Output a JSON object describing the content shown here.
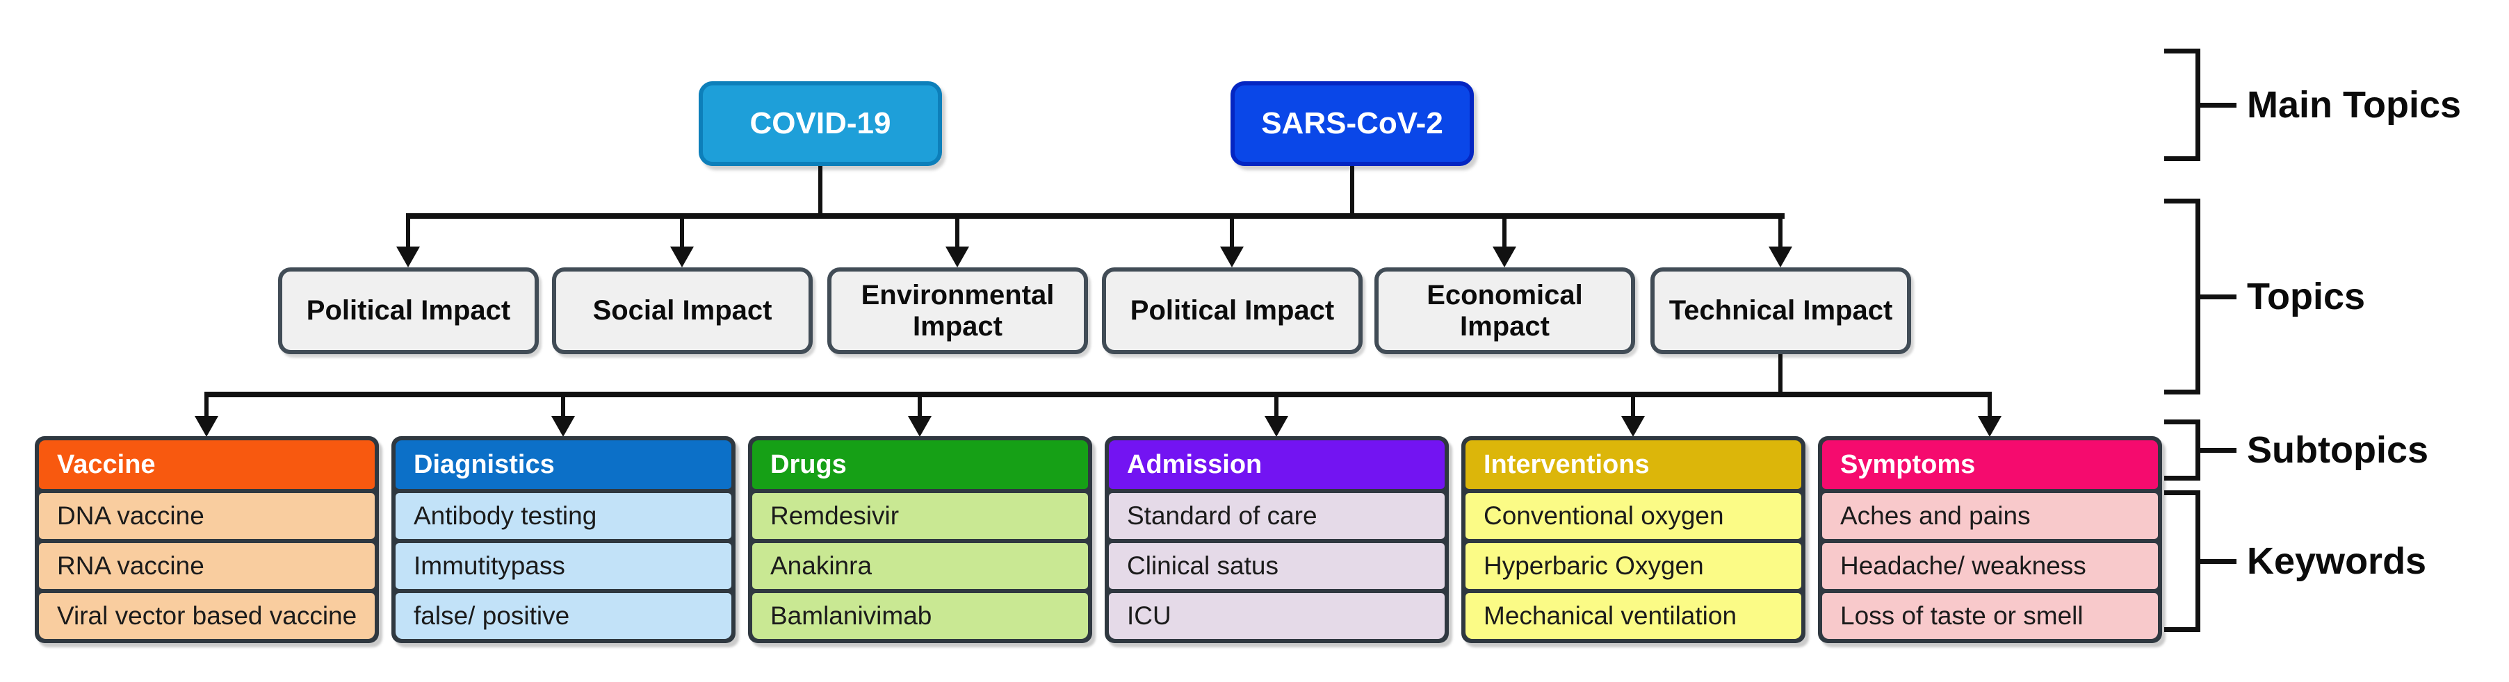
{
  "canvas": {
    "background": "#FFFFFF",
    "connector_color": "#111111"
  },
  "main_topics": [
    {
      "label": "COVID-19",
      "fill": "#1E9FD9",
      "border": "#0D7FBA",
      "text_color": "#FFFFFF"
    },
    {
      "label": "SARS-CoV-2",
      "fill": "#0A47E8",
      "border": "#0426C2",
      "text_color": "#FFFFFF"
    }
  ],
  "topics": [
    "Political Impact",
    "Social Impact",
    "Environmental Impact",
    "Political Impact",
    "Economical Impact",
    "Technical Impact"
  ],
  "topic_box": {
    "fill": "#F0F0F0",
    "border": "#414C56"
  },
  "subtopics": [
    {
      "title": "Vaccine",
      "header_color": "#F8590F",
      "body_color": "#F9CD9F",
      "keywords": [
        "DNA vaccine",
        "RNA vaccine",
        "Viral vector based vaccine"
      ]
    },
    {
      "title": "Diagnistics",
      "header_color": "#0C70C8",
      "body_color": "#C2E2F8",
      "keywords": [
        "Antibody testing",
        "Immutitypass",
        "false/ positive"
      ]
    },
    {
      "title": "Drugs",
      "header_color": "#16A016",
      "body_color": "#C9E893",
      "keywords": [
        "Remdesivir",
        "Anakinra",
        "Bamlanivimab"
      ]
    },
    {
      "title": "Admission",
      "header_color": "#7314F2",
      "body_color": "#E5DAE8",
      "keywords": [
        "Standard of care",
        "Clinical satus",
        "ICU"
      ]
    },
    {
      "title": "Interventions",
      "header_color": "#DCB60A",
      "body_color": "#FBFB86",
      "keywords": [
        "Conventional oxygen",
        "Hyperbaric Oxygen",
        "Mechanical ventilation"
      ]
    },
    {
      "title": "Symptoms",
      "header_color": "#F50B6E",
      "body_color": "#F8C9CB",
      "keywords": [
        "Aches and pains",
        "Headache/ weakness",
        "Loss of taste or smell"
      ]
    }
  ],
  "level_labels": [
    "Main Topics",
    "Topics",
    "Subtopics",
    "Keywords"
  ]
}
